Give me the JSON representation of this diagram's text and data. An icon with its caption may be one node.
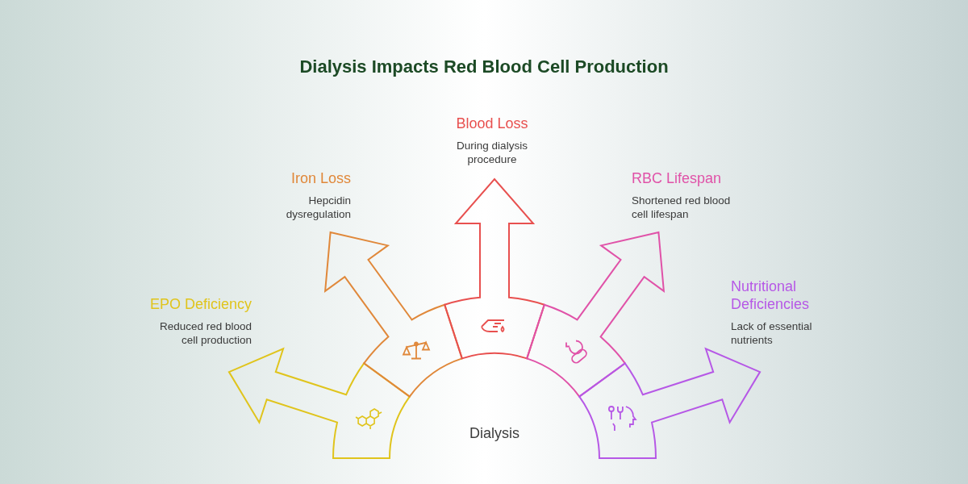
{
  "diagram": {
    "title": "Dialysis Impacts Red Blood Cell Production",
    "nodes": [
      {
        "text": [
          "Dialysis"
        ]
      },
      {
        "text": [
          "EPO Deficiency",
          "Reduced red blood cell production"
        ]
      },
      {
        "text": [
          "Iron Loss",
          "Hepcidin dysregulation"
        ]
      },
      {
        "text": [
          "Blood Loss",
          "During dialysis procedure"
        ]
      },
      {
        "text": [
          "RBC Lifespan",
          "Shortened red blood cell lifespan"
        ]
      },
      {
        "text": [
          "Nutritional Deficiencies",
          "Lack of essential nutrients"
        ]
      }
    ],
    "edges": [
      {
        "from": 0,
        "to": 1,
        "arrow": "to",
        "color": "#e0c41c"
      },
      {
        "from": 0,
        "to": 2,
        "arrow": "to",
        "color": "#e0883a"
      },
      {
        "from": 0,
        "to": 3,
        "arrow": "to",
        "color": "#e8504f"
      },
      {
        "from": 0,
        "to": 4,
        "arrow": "to",
        "color": "#e052a8"
      },
      {
        "from": 0,
        "to": 5,
        "arrow": "to",
        "color": "#b658e6"
      }
    ]
  }
}
